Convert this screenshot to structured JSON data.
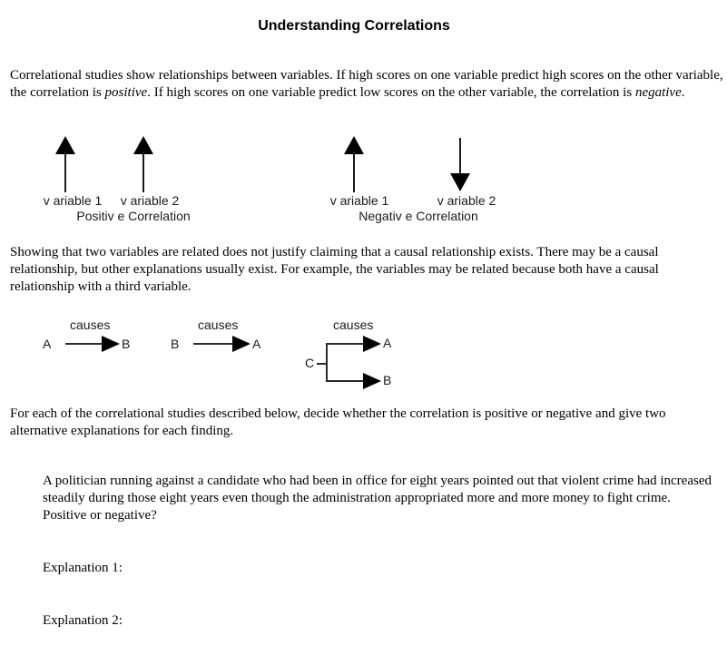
{
  "doc": {
    "title": "Understanding Correlations",
    "intro": {
      "part1": "Correlational studies show relationships between variables. If high scores on one variable predict high scores on the other variable, the correlation is ",
      "italic1": "positive",
      "part2": ". If high scores on one variable predict low scores on the other variable, the correlation is ",
      "italic2": "negative",
      "part3": "."
    },
    "correlation_figure": {
      "positive": {
        "var1_label": "v ariable 1",
        "var2_label": "v ariable 2",
        "caption": "Positiv e Correlation"
      },
      "negative": {
        "var1_label": "v ariable 1",
        "var2_label": "v ariable 2",
        "caption": "Negativ e Correlation"
      }
    },
    "causation_paragraph": "Showing that two variables are related does not justify claiming that a causal relationship exists. There may be a causal relationship, but other explanations usually exist. For example, the variables may be related because both have a causal relationship with a third variable.",
    "causes_figure": {
      "ab": {
        "label": "causes",
        "from": "A",
        "to": "B"
      },
      "ba": {
        "label": "causes",
        "from": "B",
        "to": "A"
      },
      "cab": {
        "label": "causes",
        "from": "C",
        "to_top": "A",
        "to_bottom": "B"
      }
    },
    "task_paragraph": "For each of the correlational studies described below, decide whether the correlation is positive or negative and give two alternative explanations for each finding.",
    "study1": {
      "description": "A politician running against a candidate who had been in office for eight years pointed out that violent crime had increased steadily during those eight years even though the administration appropriated more and more money to fight crime.",
      "question": "Positive or negative?",
      "explanation1_label": "Explanation 1:",
      "explanation2_label": "Explanation 2:"
    }
  }
}
